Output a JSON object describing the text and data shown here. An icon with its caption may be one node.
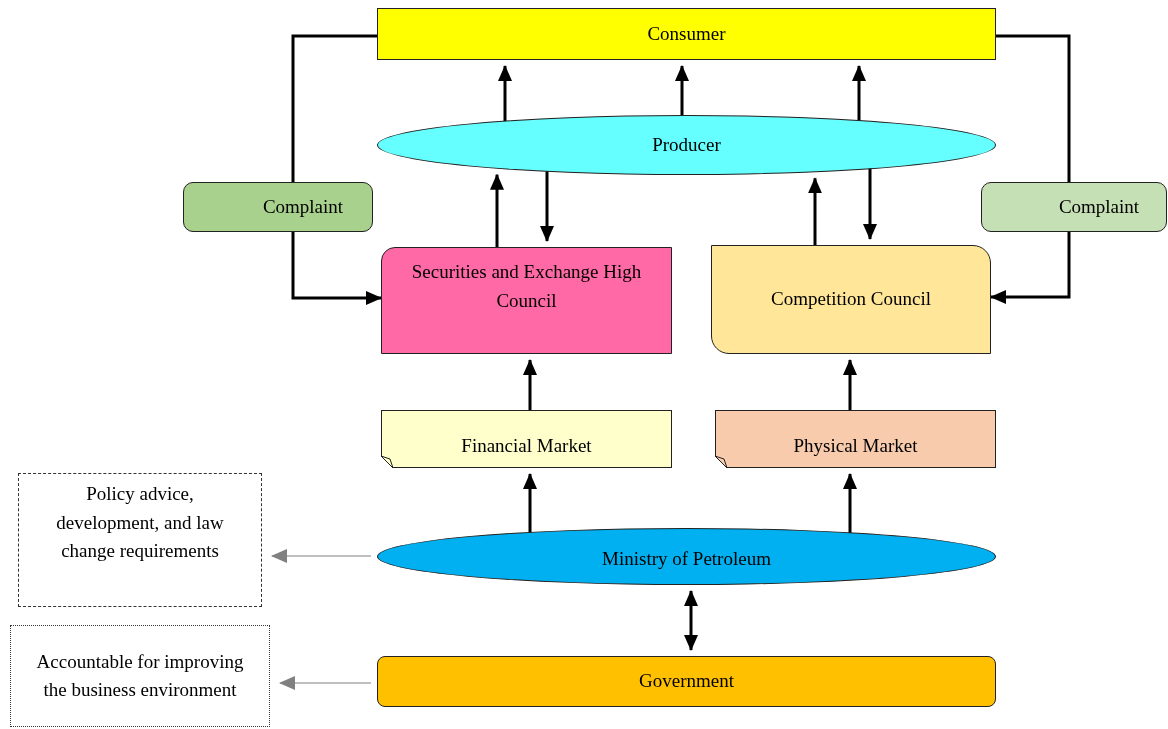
{
  "diagram": {
    "nodes": [
      {
        "text": [
          "Consumer"
        ]
      },
      {
        "text": [
          "Producer"
        ]
      },
      {
        "text": [
          "Complaint"
        ]
      },
      {
        "text": [
          "Complaint"
        ]
      },
      {
        "text": [
          "Securities and Exchange High Council"
        ]
      },
      {
        "text": [
          "Competition Council"
        ]
      },
      {
        "text": [
          "Financial Market"
        ]
      },
      {
        "text": [
          "Physical Market"
        ]
      },
      {
        "text": [
          "Policy advice, development, and law change requirements"
        ]
      },
      {
        "text": [
          "Ministry of Petroleum"
        ]
      },
      {
        "text": [
          "Accountable for improving the business environment"
        ]
      },
      {
        "text": [
          "Government"
        ]
      }
    ],
    "edges": [
      {
        "from": 1,
        "to": 0,
        "arrow": "to"
      },
      {
        "from": 1,
        "to": 0,
        "arrow": "to"
      },
      {
        "from": 1,
        "to": 0,
        "arrow": "to"
      },
      {
        "from": 4,
        "to": 1,
        "arrow": "to"
      },
      {
        "from": 1,
        "to": 4,
        "arrow": "to"
      },
      {
        "from": 5,
        "to": 1,
        "arrow": "to"
      },
      {
        "from": 1,
        "to": 5,
        "arrow": "to"
      },
      {
        "from": 0,
        "to": 2,
        "arrow": "none"
      },
      {
        "from": 2,
        "to": 4,
        "arrow": "to"
      },
      {
        "from": 0,
        "to": 3,
        "arrow": "none"
      },
      {
        "from": 3,
        "to": 5,
        "arrow": "to"
      },
      {
        "from": 6,
        "to": 4,
        "arrow": "to"
      },
      {
        "from": 7,
        "to": 5,
        "arrow": "to"
      },
      {
        "from": 9,
        "to": 6,
        "arrow": "to"
      },
      {
        "from": 9,
        "to": 7,
        "arrow": "to"
      },
      {
        "from": 9,
        "to": 11,
        "arrow": "both"
      },
      {
        "from": 9,
        "to": 8,
        "arrow": "to",
        "color": "#808080"
      },
      {
        "from": 11,
        "to": 10,
        "arrow": "to",
        "color": "#808080"
      }
    ]
  }
}
